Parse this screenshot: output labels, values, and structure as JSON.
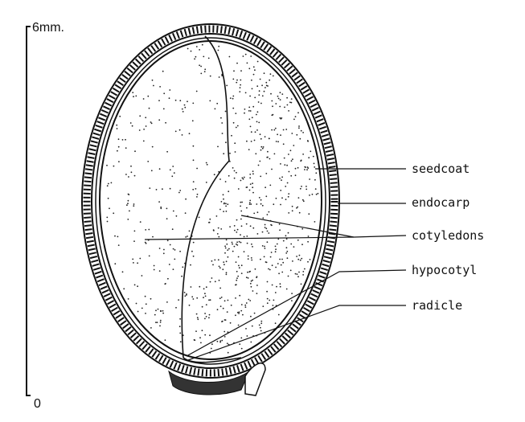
{
  "scale": {
    "top_label": "6mm.",
    "bottom_label": "0"
  },
  "labels": {
    "seedcoat": "seedcoat",
    "endocarp": "endocarp",
    "cotyledons": "cotyledons",
    "hypocotyl": "hypocotyl",
    "radicle": "radicle"
  }
}
